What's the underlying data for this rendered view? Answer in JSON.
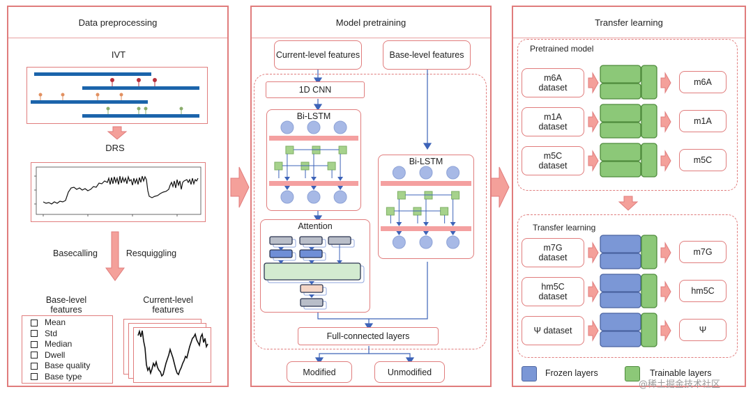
{
  "panels": {
    "preprocessing": {
      "title": "Data preprocessing",
      "ivt_label": "IVT",
      "drs_label": "DRS",
      "basecalling_label": "Basecalling",
      "resquiggling_label": "Resquiggling",
      "base_level_title": "Base-level features",
      "current_level_title": "Current-level features",
      "base_features": [
        "Mean",
        "Std",
        "Median",
        "Dwell",
        "Base quality",
        "Base type"
      ]
    },
    "pretraining": {
      "title": "Model pretraining",
      "current_level_input": "Current-level features",
      "base_level_input": "Base-level features",
      "cnn_label": "1D CNN",
      "bilstm_label_left": "Bi-LSTM",
      "bilstm_label_right": "Bi-LSTM",
      "attention_label": "Attention",
      "fc_label": "Full-connected layers",
      "output_modified": "Modified",
      "output_unmodified": "Unmodified"
    },
    "transfer": {
      "title": "Transfer learning",
      "pretrained_group_label": "Pretrained model",
      "transfer_group_label": "Transfer learning",
      "pretrained_rows": [
        {
          "input": "m6A dataset",
          "output": "m6A"
        },
        {
          "input": "m1A dataset",
          "output": "m1A"
        },
        {
          "input": "m5C dataset",
          "output": "m5C"
        }
      ],
      "transfer_rows": [
        {
          "input": "m7G dataset",
          "output": "m7G"
        },
        {
          "input": "hm5C dataset",
          "output": "hm5C"
        },
        {
          "input": "Ψ dataset",
          "output": "Ψ"
        }
      ],
      "legend": {
        "frozen": "Frozen layers",
        "trainable": "Trainable layers"
      }
    }
  },
  "colors": {
    "border": "#e07c7c",
    "arrow_fill": "#f4a09a",
    "frozen": "#7b97d6",
    "trainable": "#8cc878",
    "lstm_node": "#a7b9e6",
    "lstm_band": "#f4a0a0",
    "lstm_cell": "#a6d28c",
    "read_line": "#1b64ab",
    "link": "#3d63b8"
  },
  "watermark": "@稀土掘金技术社区"
}
